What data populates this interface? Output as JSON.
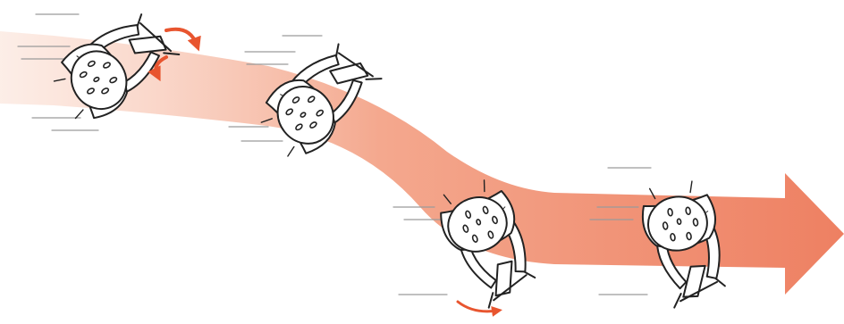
{
  "scene": {
    "subject": "cyclist-top-view-sequence",
    "colors": {
      "arrow_start": "#fbe2d7",
      "arrow_end": "#ee8062",
      "turn_arrow": "#e8552f",
      "outline": "#222222",
      "speed_lines": "#9a9a9a"
    },
    "frames": [
      {
        "id": "frame-1",
        "turn_indicator": true
      },
      {
        "id": "frame-2",
        "turn_indicator": false
      },
      {
        "id": "frame-3",
        "turn_indicator": true
      },
      {
        "id": "frame-4",
        "turn_indicator": false
      }
    ]
  }
}
